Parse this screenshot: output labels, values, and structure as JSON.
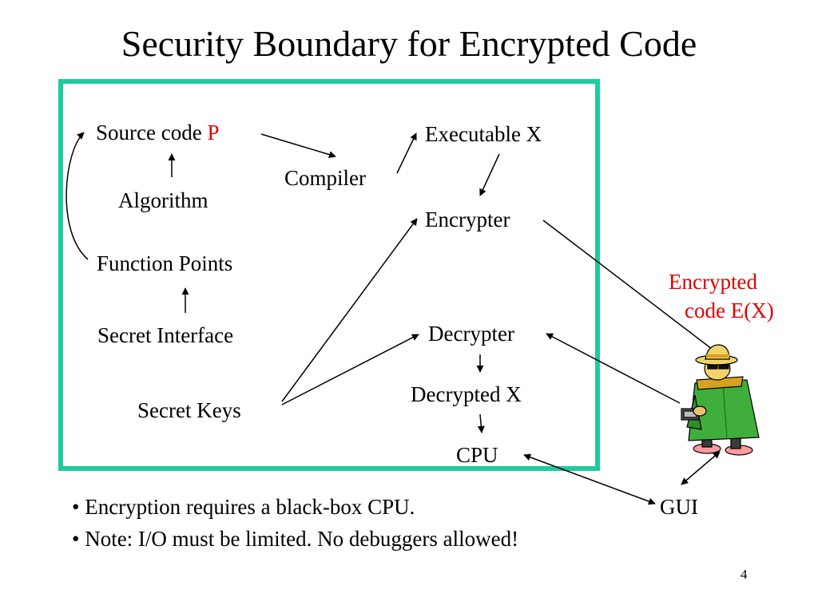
{
  "slide": {
    "title": "Security Boundary for Encrypted Code",
    "page_number": "4"
  },
  "diagram": {
    "source_code_label": "Source code ",
    "source_code_var": "P",
    "algorithm": "Algorithm",
    "function_points": "Function Points",
    "secret_interface": "Secret Interface",
    "secret_keys": "Secret Keys",
    "compiler": "Compiler",
    "executable": "Executable X",
    "encrypter": "Encrypter",
    "decrypter": "Decrypter",
    "decrypted": "Decrypted X",
    "cpu": "CPU",
    "encrypted_code_line1": "Encrypted",
    "encrypted_code_line2": "code E(X)",
    "gui": "GUI",
    "boundary_color": "#1ecba0",
    "highlight_color": "#e00000"
  },
  "bullets": [
    "• Encryption requires a black-box CPU.",
    "• Note: I/O must be limited.  No debuggers allowed!"
  ]
}
